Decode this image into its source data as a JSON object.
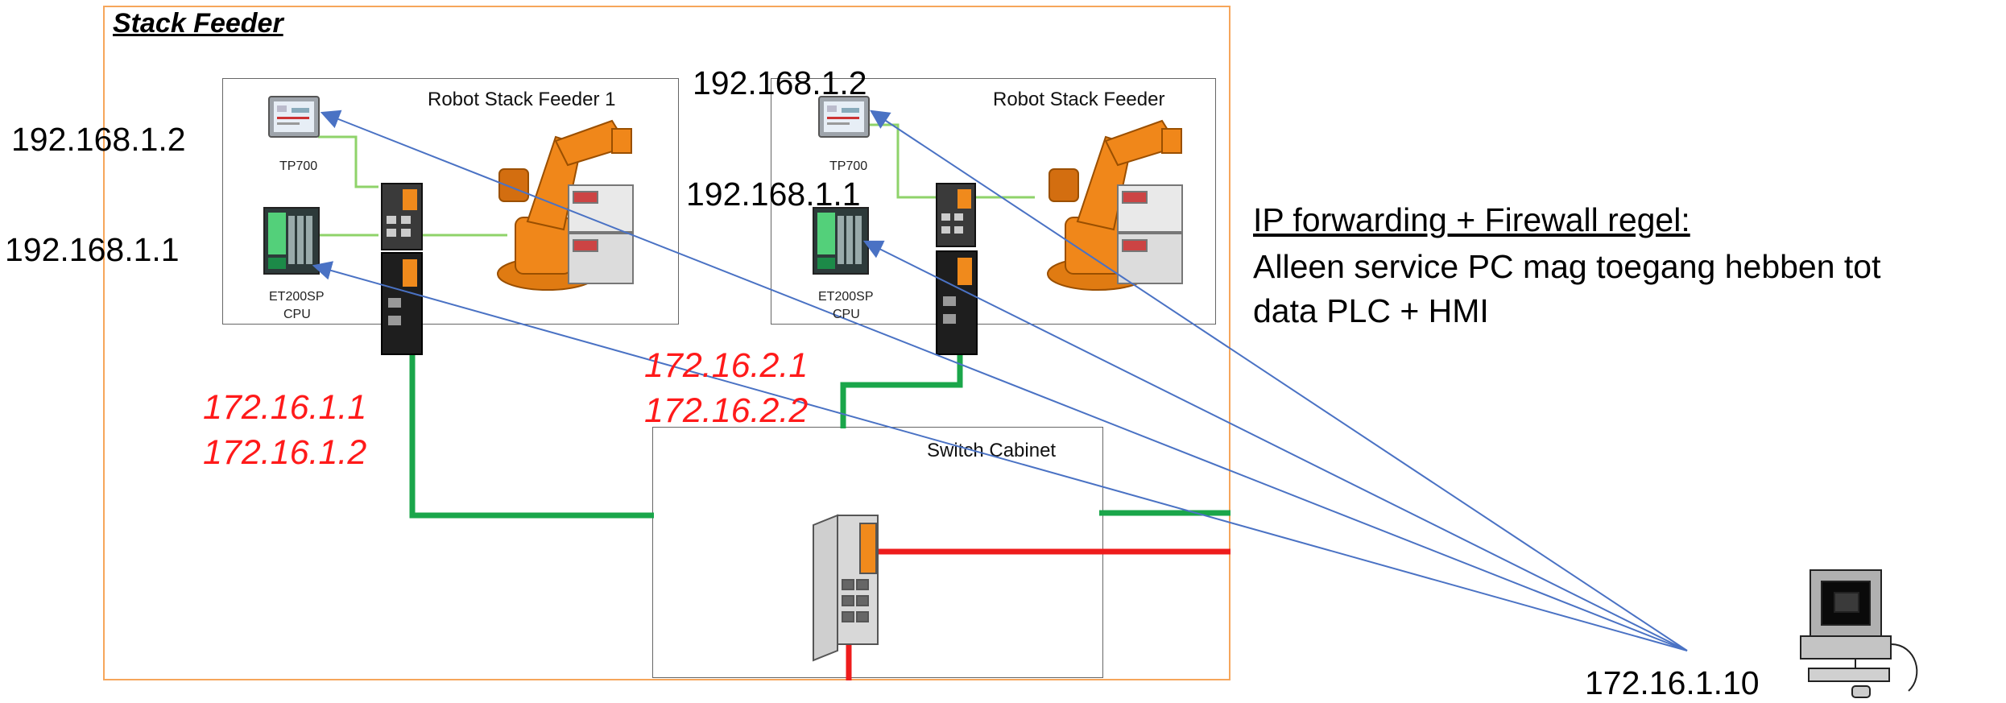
{
  "outer": {
    "title": "Stack Feeder"
  },
  "feeder1": {
    "title": "Robot Stack Feeder 1",
    "hmi_label": "TP700",
    "plc_label_1": "ET200SP",
    "plc_label_2": "CPU",
    "hmi_ip": "192.168.1.2",
    "plc_ip": "192.168.1.1",
    "wan_ip_1": "172.16.1.1",
    "wan_ip_2": "172.16.1.2"
  },
  "feeder2": {
    "title": "Robot Stack Feeder",
    "hmi_label": "TP700",
    "plc_label_1": "ET200SP",
    "plc_label_2": "CPU",
    "hmi_ip": "192.168.1.2",
    "plc_ip": "192.168.1.1",
    "wan_ip_1": "172.16.2.1",
    "wan_ip_2": "172.16.2.2"
  },
  "switch": {
    "title": "Switch Cabinet"
  },
  "note": {
    "heading": "IP forwarding + Firewall regel:",
    "line1": "Alleen service PC mag toegang hebben tot",
    "line2": "data PLC + HMI"
  },
  "service_pc": {
    "ip": "172.16.1.10"
  },
  "colors": {
    "green": "#1aa64a",
    "red": "#ee1c1c",
    "blue": "#4a72c4",
    "orange_border": "#f6a65b",
    "ip_red": "#ff1a1a"
  },
  "icons": [
    "hmi-panel-icon",
    "plc-icon",
    "router-icon",
    "industrial-robot-icon",
    "robot-controller-icon",
    "network-switch-icon",
    "computer-icon"
  ]
}
